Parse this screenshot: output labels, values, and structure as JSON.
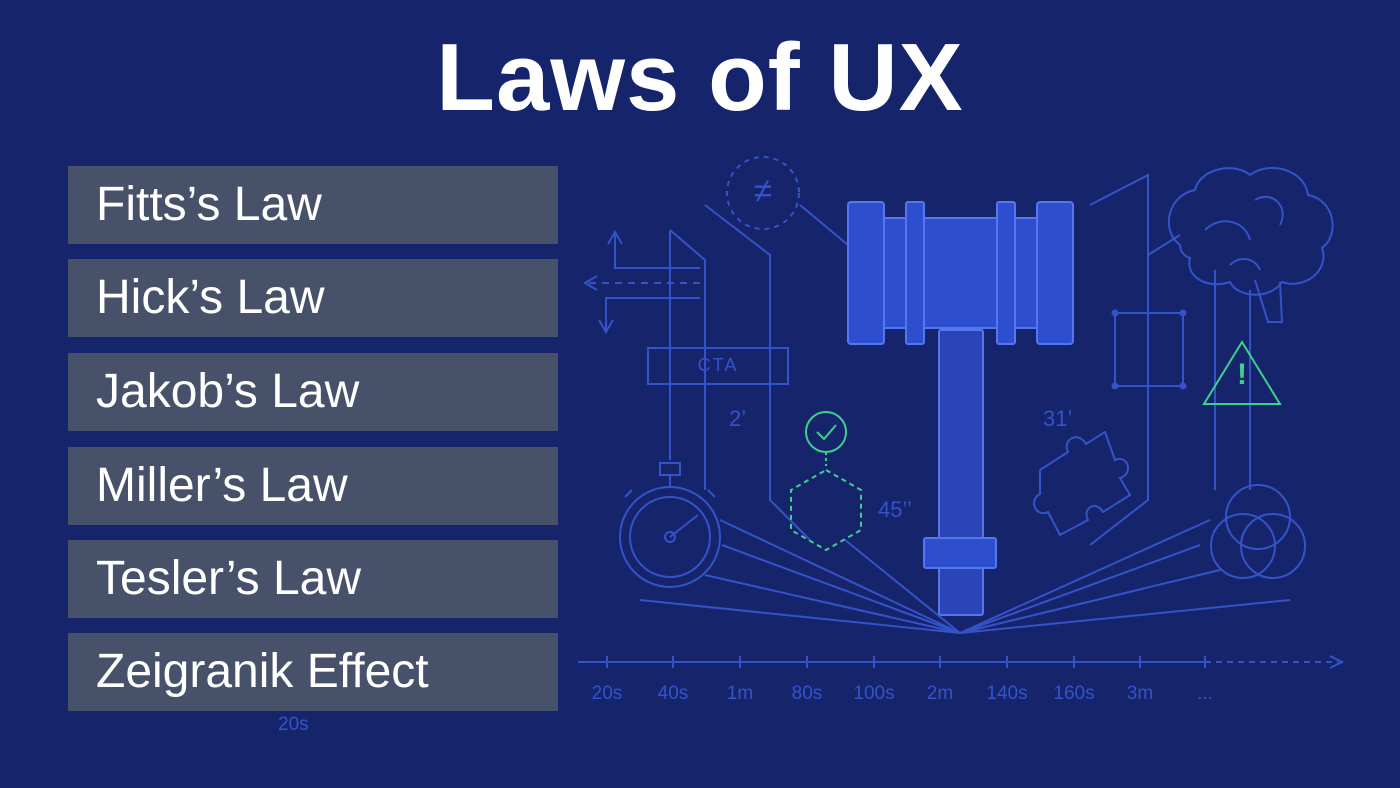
{
  "title": "Laws of UX",
  "laws": [
    {
      "label": "Fitts’s Law"
    },
    {
      "label": "Hick’s Law"
    },
    {
      "label": "Jakob’s Law"
    },
    {
      "label": "Miller’s Law"
    },
    {
      "label": "Tesler’s Law"
    },
    {
      "label": "Zeigranik Effect"
    }
  ],
  "illustration": {
    "cta_label": "CTA",
    "duration_a": "2’",
    "duration_b": "45’’",
    "duration_c": "31’",
    "left_tick_label": "20s",
    "not_equal_symbol": "≠",
    "warning_symbol": "!"
  },
  "timeline": {
    "ticks": [
      "20s",
      "40s",
      "1m",
      "80s",
      "100s",
      "2m",
      "140s",
      "160s",
      "3m",
      "..."
    ]
  },
  "colors": {
    "background": "#16246c",
    "line": "#3353c8",
    "gavel_fill": "#2d4fcf",
    "gavel_edge": "#5577ee",
    "accent_green": "#3ecf8e",
    "card": "#47526a",
    "text": "#ffffff"
  }
}
